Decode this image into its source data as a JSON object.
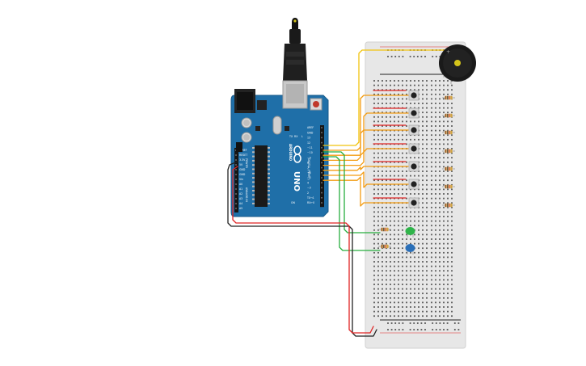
{
  "board": {
    "model": "UNO",
    "brand": "ARDUINO",
    "digital_header_label": "DIGITAL (PWM~)",
    "analog_header_label": "ANALOG IN",
    "power_header_label": "POWER",
    "tx_label": "TX",
    "rx_label": "RX",
    "on_label": "ON",
    "l_label": "L",
    "power_pins": [
      "IOREF",
      "RESET",
      "3.3V",
      "5V",
      "GND",
      "GND",
      "Vin"
    ],
    "analog_pins": [
      "A0",
      "A1",
      "A2",
      "A3",
      "A4",
      "A5"
    ],
    "digital_pins": [
      "AREF",
      "GND",
      "13",
      "12",
      "~11",
      "~10",
      "~9",
      "8",
      "7",
      "~6",
      "~5",
      "4",
      "~3",
      "2",
      "TX→1",
      "RX←0"
    ]
  },
  "components": {
    "pushbutton_count": 7,
    "resistor_count": 9,
    "led_colors": [
      "#2fb44a",
      "#2a6fb8"
    ],
    "buzzer": "piezo-buzzer"
  },
  "wire_colors": {
    "signal": "#f39c12",
    "power": "#e02424",
    "ground": "#222222",
    "led": "#27ae3e",
    "buzzer": "#f1c40f"
  }
}
